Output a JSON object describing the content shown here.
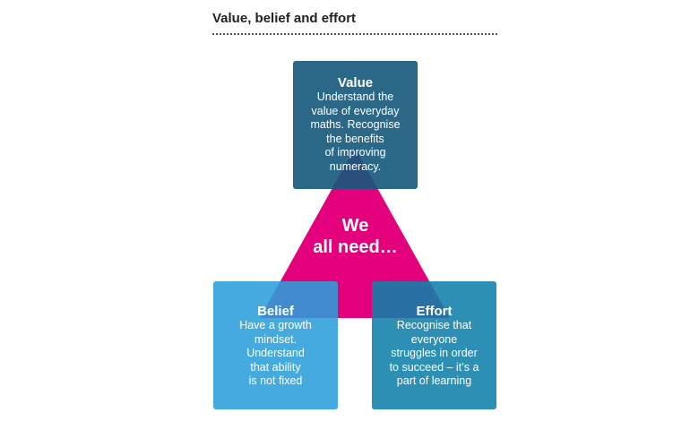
{
  "title": "Value, belief and effort",
  "colors": {
    "triangle": "#e4007c",
    "value_box": "#14587a",
    "belief_box": "#2b9ed9",
    "effort_box": "#0f80a8"
  },
  "center": {
    "line1": "We",
    "line2": "all need…"
  },
  "boxes": {
    "value": {
      "heading": "Value",
      "lines": [
        "Understand the",
        "value of everyday",
        "maths. Recognise",
        "the benefits",
        "of improving",
        "numeracy."
      ]
    },
    "belief": {
      "heading": "Belief",
      "lines": [
        "Have a growth",
        "mindset.",
        "Understand",
        "that ability",
        "is not fixed"
      ]
    },
    "effort": {
      "heading": "Effort",
      "lines": [
        "Recognise that",
        "everyone",
        "struggles in order",
        "to succeed – it’s a",
        "part of learning"
      ]
    }
  }
}
